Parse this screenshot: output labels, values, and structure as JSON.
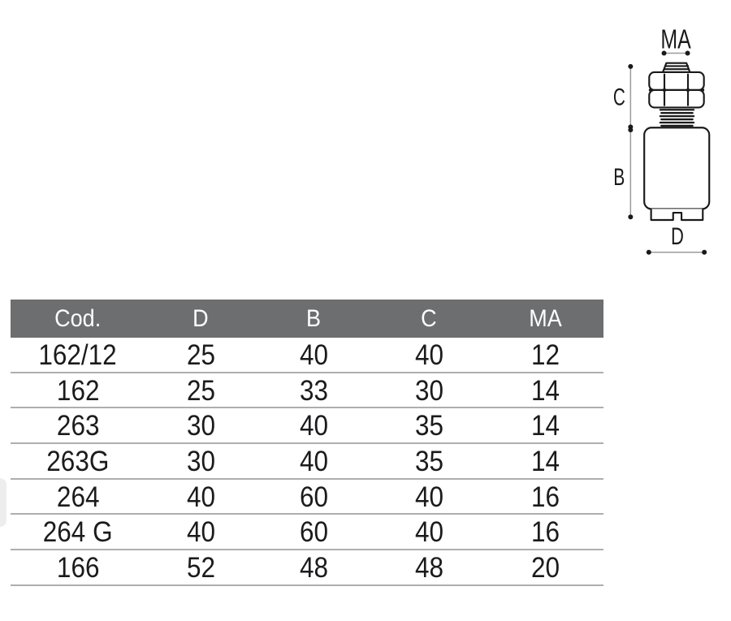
{
  "page": {
    "background": "#ffffff"
  },
  "diagram": {
    "labels": {
      "ma": "MA",
      "c": "C",
      "b": "B",
      "d": "D"
    },
    "line_color": "#1a1a1a",
    "dimension_line_color": "#9b9b9b"
  },
  "table": {
    "headers": [
      "Cod.",
      "D",
      "B",
      "C",
      "MA"
    ],
    "rows": [
      [
        "162/12",
        "25",
        "40",
        "40",
        "12"
      ],
      [
        "162",
        "25",
        "33",
        "30",
        "14"
      ],
      [
        "263",
        "30",
        "40",
        "35",
        "14"
      ],
      [
        "263G",
        "30",
        "40",
        "35",
        "14"
      ],
      [
        "264",
        "40",
        "60",
        "40",
        "16"
      ],
      [
        "264 G",
        "40",
        "60",
        "40",
        "16"
      ],
      [
        "166",
        "52",
        "48",
        "48",
        "20"
      ]
    ],
    "header_bg": "#6d6e70",
    "header_text_color": "#ffffff",
    "row_text_color": "#1b1b1d",
    "separator_color": "#aeaeae"
  }
}
